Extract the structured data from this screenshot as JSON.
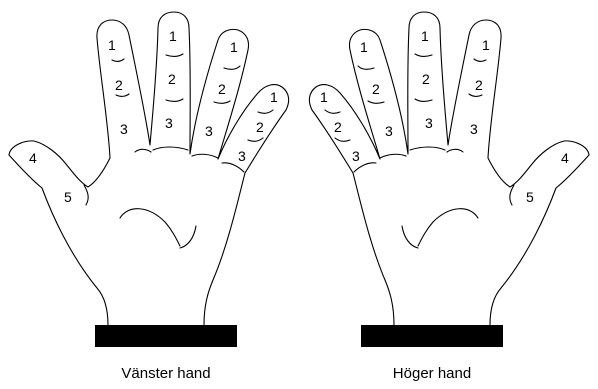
{
  "hands": [
    {
      "caption": "Vänster hand",
      "labels": {
        "index_1": "1",
        "index_2": "2",
        "index_3": "3",
        "middle_1": "1",
        "middle_2": "2",
        "middle_3": "3",
        "ring_1": "1",
        "ring_2": "2",
        "ring_3": "3",
        "pinky_1": "1",
        "pinky_2": "2",
        "pinky_3": "3",
        "thumb_4": "4",
        "thumb_5": "5"
      }
    },
    {
      "caption": "Höger hand",
      "labels": {
        "index_1": "1",
        "index_2": "2",
        "index_3": "3",
        "middle_1": "1",
        "middle_2": "2",
        "middle_3": "3",
        "ring_1": "1",
        "ring_2": "2",
        "ring_3": "3",
        "pinky_1": "1",
        "pinky_2": "2",
        "pinky_3": "3",
        "thumb_4": "4",
        "thumb_5": "5"
      }
    }
  ],
  "colors": {
    "line": "#000000",
    "wristband": "#000000",
    "background": "#ffffff"
  }
}
